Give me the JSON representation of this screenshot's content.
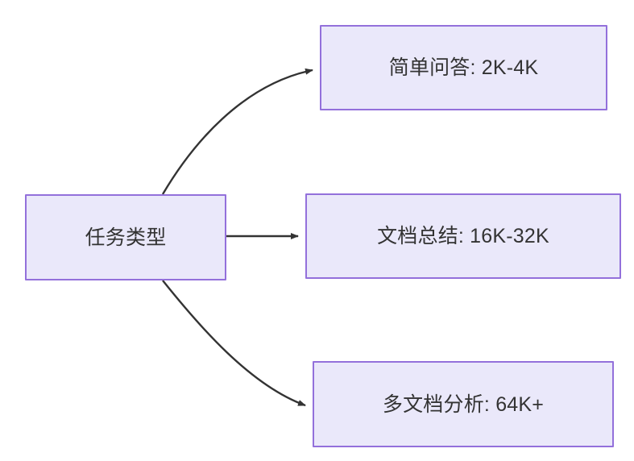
{
  "diagram": {
    "type": "flowchart",
    "direction": "left-to-right",
    "background_color": "#ffffff",
    "node_fill_color": "#eae8fa",
    "node_border_color": "#9370db",
    "node_text_color": "#333333",
    "edge_color": "#333333",
    "nodes": [
      {
        "id": "source",
        "label": "任务类型",
        "role": "source"
      },
      {
        "id": "simple-qa",
        "label": "简单问答: 2K-4K",
        "role": "target"
      },
      {
        "id": "doc-summary",
        "label": "文档总结: 16K-32K",
        "role": "target"
      },
      {
        "id": "multi-doc",
        "label": "多文档分析: 64K+",
        "role": "target"
      }
    ],
    "edges": [
      {
        "id": "edge-source-simple-qa",
        "from": "source",
        "to": "simple-qa",
        "label": "",
        "style": "curved-arrow"
      },
      {
        "id": "edge-source-doc-summary",
        "from": "source",
        "to": "doc-summary",
        "label": "",
        "style": "straight-arrow"
      },
      {
        "id": "edge-source-multi-doc",
        "from": "source",
        "to": "multi-doc",
        "label": "",
        "style": "curved-arrow"
      }
    ]
  }
}
